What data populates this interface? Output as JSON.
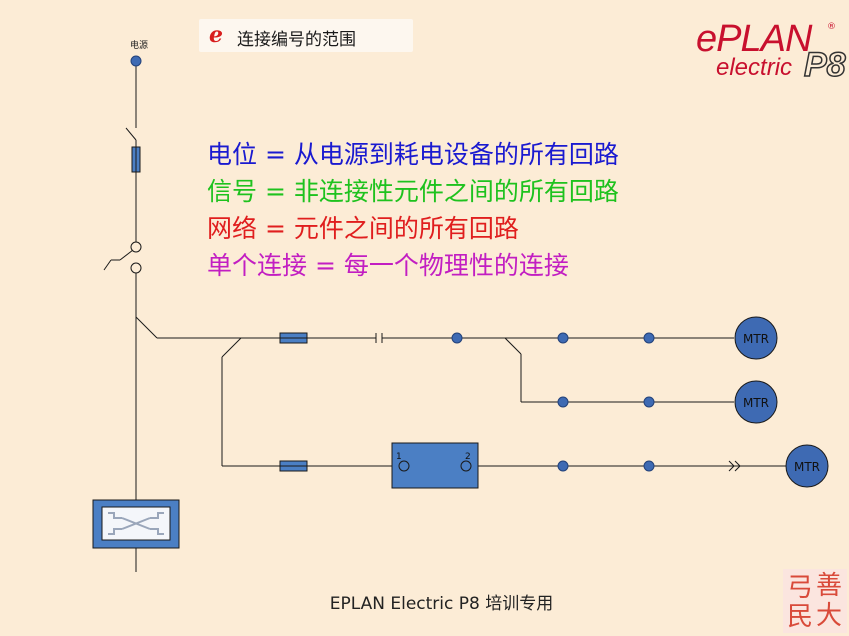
{
  "title": {
    "icon": "e",
    "text": "连接编号的范围"
  },
  "logo": {
    "top": "ePLAN",
    "reg": "®",
    "bottom": "electric",
    "p8": "P8"
  },
  "power_label": "电源",
  "definitions": [
    {
      "text": "电位 = 从电源到耗电设备的所有回路",
      "color": "#1a1ad0"
    },
    {
      "text": "信号 = 非连接性元件之间的所有回路",
      "color": "#1ec21e"
    },
    {
      "text": "网络 = 元件之间的所有回路",
      "color": "#e01e1e"
    },
    {
      "text": "单个连接 = 每一个物理性的连接",
      "color": "#c21ec2"
    }
  ],
  "device": {
    "pin1": "1",
    "pin2": "2"
  },
  "motors": [
    "MTR",
    "MTR",
    "MTR"
  ],
  "footer": "EPLAN Electric P8 培训专用",
  "seal": [
    "善",
    "弓",
    "民",
    "大"
  ],
  "colors": {
    "wire": "#1a1a1a",
    "node": "#3e6ab3",
    "component": "#4b7fc4",
    "background": "#fcecd6"
  }
}
